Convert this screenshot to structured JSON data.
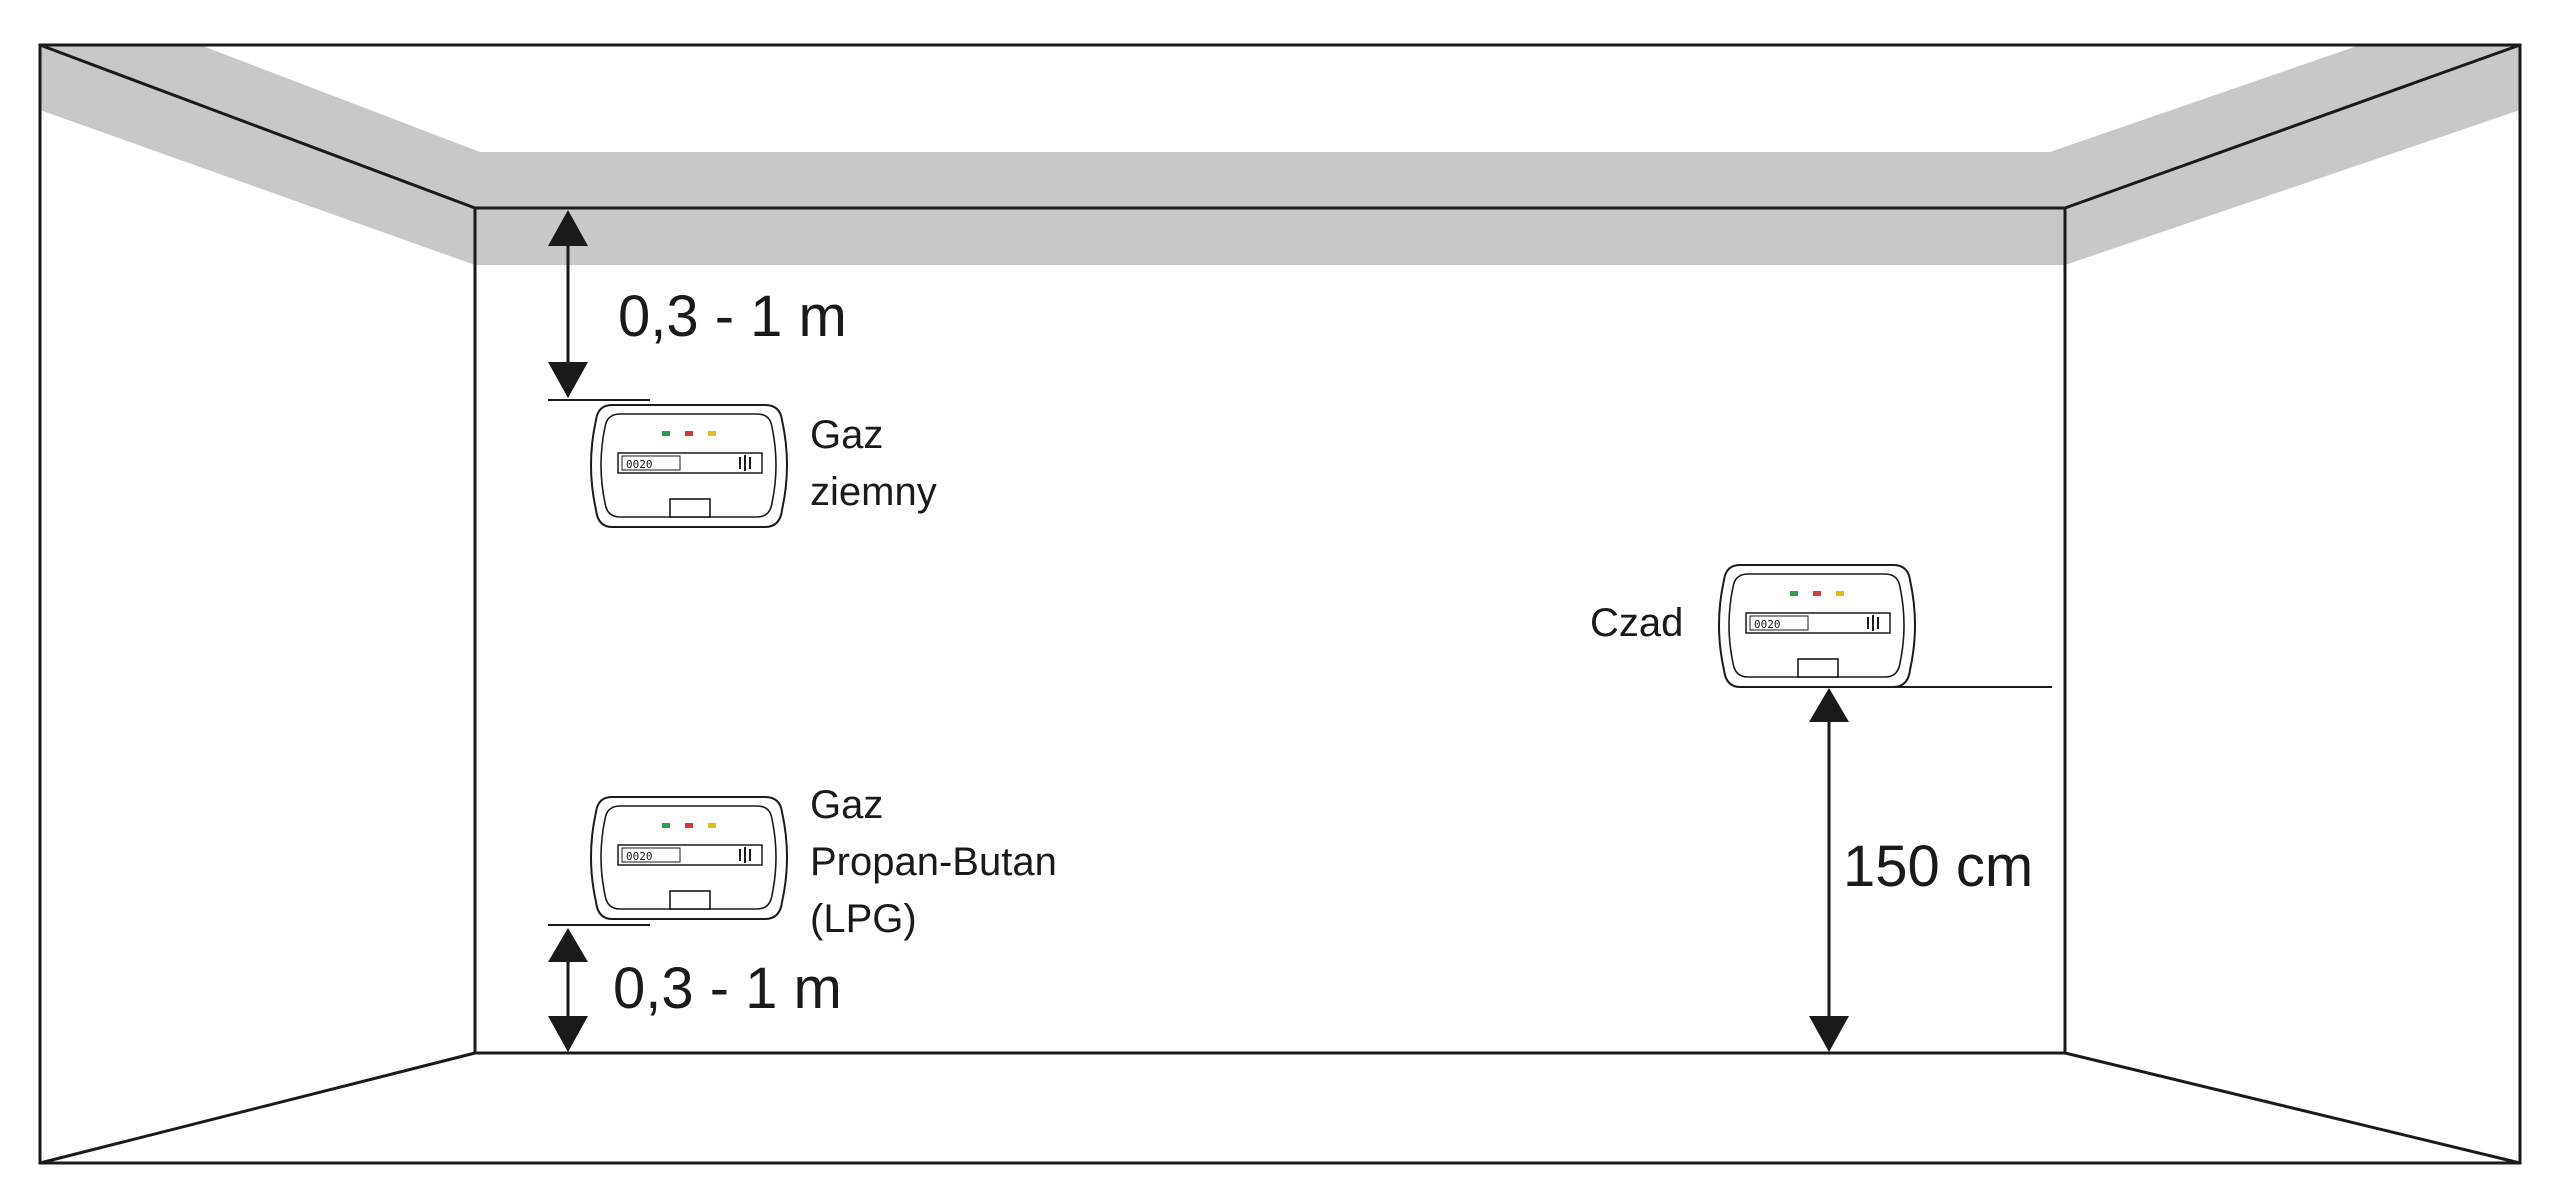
{
  "labels": {
    "natural_gas_line1": "Gaz",
    "natural_gas_line2": "ziemny",
    "lpg_line1": "Gaz",
    "lpg_line2": "Propan-Butan",
    "lpg_line3": "(LPG)",
    "carbon_monoxide": "Czad"
  },
  "dimensions": {
    "top_distance": "0,3 - 1 m",
    "bottom_distance": "0,3 - 1 m",
    "co_height": "150 cm"
  },
  "detector_display": "0020",
  "colors": {
    "line": "#1a1a1a",
    "ceiling_band": "#c8c8c8",
    "led_green": "#2e9e4a",
    "led_red": "#d23a3a",
    "led_yellow": "#e0c020"
  }
}
